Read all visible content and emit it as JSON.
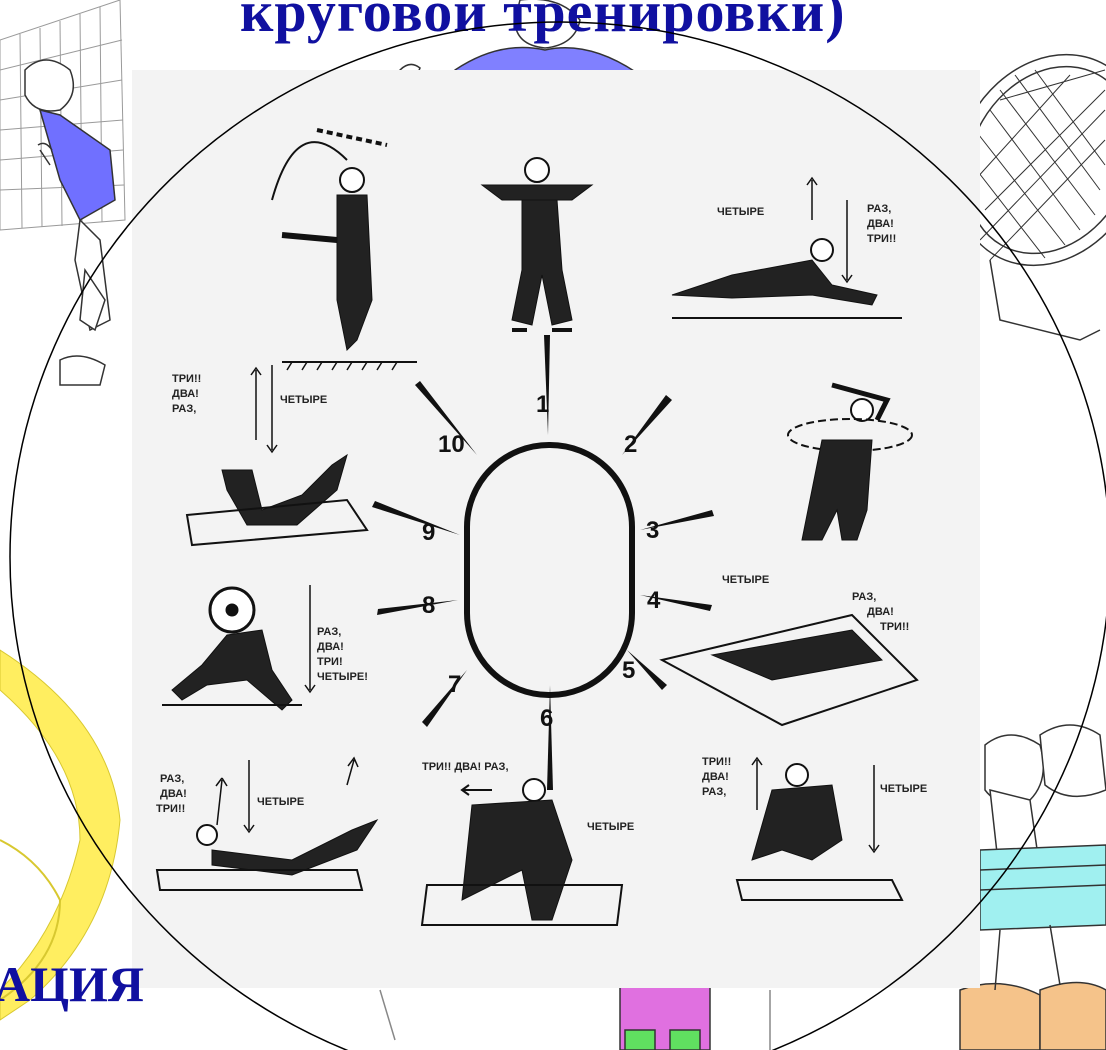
{
  "slide": {
    "title_fragment": "круговой тренировки)",
    "bottom_fragment": "АЦИЯ"
  },
  "stations": [
    {
      "number": "1",
      "captions": []
    },
    {
      "number": "2",
      "captions": [
        "ЧЕТЫРЕ",
        "РАЗ,",
        "ДВА!",
        "ТРИ!!"
      ]
    },
    {
      "number": "3",
      "captions": []
    },
    {
      "number": "4",
      "captions": [
        "ЧЕТЫРЕ",
        "РАЗ,",
        "ДВА!",
        "ТРИ!!"
      ]
    },
    {
      "number": "5",
      "captions": [
        "ТРИ!!",
        "ДВА!",
        "РАЗ,",
        "ЧЕТЫРЕ"
      ]
    },
    {
      "number": "6",
      "captions": [
        "ТРИ!! ДВА! РАЗ,",
        "ЧЕТЫРЕ"
      ]
    },
    {
      "number": "7",
      "captions": [
        "РАЗ,",
        "ДВА!",
        "ТРИ!!",
        "ЧЕТЫРЕ"
      ]
    },
    {
      "number": "8",
      "captions": [
        "РАЗ,",
        "ДВА!",
        "ТРИ!",
        "ЧЕТЫРЕ!"
      ]
    },
    {
      "number": "9",
      "captions": [
        "ТРИ!!",
        "ДВА!",
        "РАЗ,",
        "ЧЕТЫРЕ"
      ]
    },
    {
      "number": "10",
      "captions": []
    }
  ],
  "colors": {
    "title": "#1010a0",
    "ink": "#111111",
    "poster_bg": "#f3f3f3",
    "decor_blue": "#8080ff",
    "decor_pink": "#e070e0",
    "decor_yellow": "#ffee60",
    "decor_orange": "#f5c38a",
    "decor_cyan": "#a0f0f0"
  }
}
